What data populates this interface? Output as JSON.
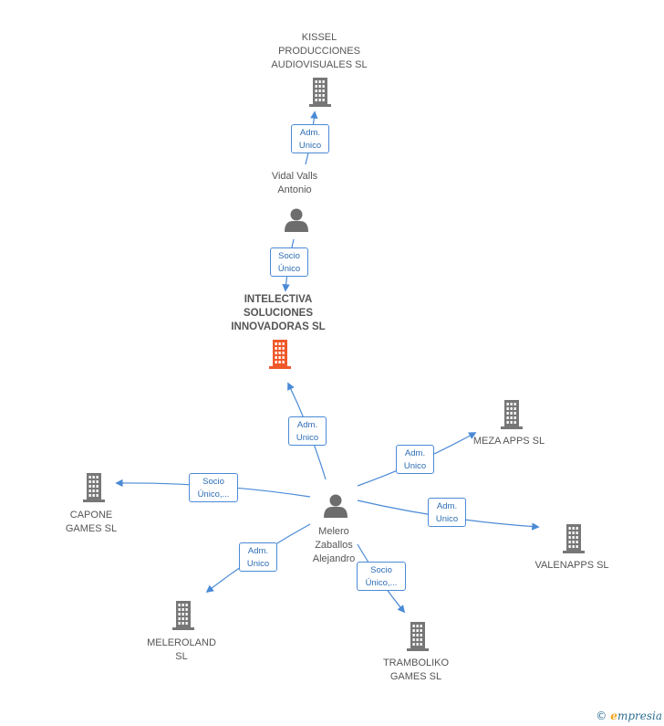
{
  "colors": {
    "edge": "#4a8ad6",
    "company": "#777777",
    "person": "#6d6d6d",
    "focus": "#f0582a"
  },
  "nodes": [
    {
      "id": "kissel",
      "kind": "company",
      "lines": [
        "KISSEL",
        "PRODUCCIONES",
        "AUDIOVISUALES SL"
      ]
    },
    {
      "id": "vidal",
      "kind": "person",
      "lines": [
        "Vidal Valls",
        "Antonio"
      ]
    },
    {
      "id": "intelectiva",
      "kind": "focus",
      "lines": [
        "INTELECTIVA",
        "SOLUCIONES",
        "INNOVADORAS SL"
      ]
    },
    {
      "id": "melero",
      "kind": "person",
      "lines": [
        "Melero",
        "Zaballos",
        "Alejandro"
      ]
    },
    {
      "id": "meza",
      "kind": "company",
      "lines": [
        "MEZA APPS SL"
      ]
    },
    {
      "id": "capone",
      "kind": "company",
      "lines": [
        "CAPONE",
        "GAMES SL"
      ]
    },
    {
      "id": "valenapps",
      "kind": "company",
      "lines": [
        "VALENAPPS SL"
      ]
    },
    {
      "id": "meleroland",
      "kind": "company",
      "lines": [
        "MELEROLAND",
        "SL"
      ]
    },
    {
      "id": "tramboliko",
      "kind": "company",
      "lines": [
        "TRAMBOLIKO",
        "GAMES SL"
      ]
    }
  ],
  "relations": [
    {
      "id": "r1",
      "from": "vidal",
      "to": "kissel",
      "lines": [
        "Adm.",
        "Unico"
      ]
    },
    {
      "id": "r2",
      "from": "vidal",
      "to": "intelectiva",
      "lines": [
        "Socio",
        "Único"
      ]
    },
    {
      "id": "r3",
      "from": "melero",
      "to": "intelectiva",
      "lines": [
        "Adm.",
        "Unico"
      ]
    },
    {
      "id": "r4",
      "from": "melero",
      "to": "meza",
      "lines": [
        "Adm.",
        "Unico"
      ]
    },
    {
      "id": "r5",
      "from": "melero",
      "to": "capone",
      "lines": [
        "Socio",
        "Único,..."
      ]
    },
    {
      "id": "r6",
      "from": "melero",
      "to": "valenapps",
      "lines": [
        "Adm.",
        "Unico"
      ]
    },
    {
      "id": "r7",
      "from": "melero",
      "to": "meleroland",
      "lines": [
        "Adm.",
        "Unico"
      ]
    },
    {
      "id": "r8",
      "from": "melero",
      "to": "tramboliko",
      "lines": [
        "Socio",
        "Único,..."
      ]
    }
  ],
  "brand": {
    "copyright": "©",
    "initial": "e",
    "name": "mpresia"
  }
}
